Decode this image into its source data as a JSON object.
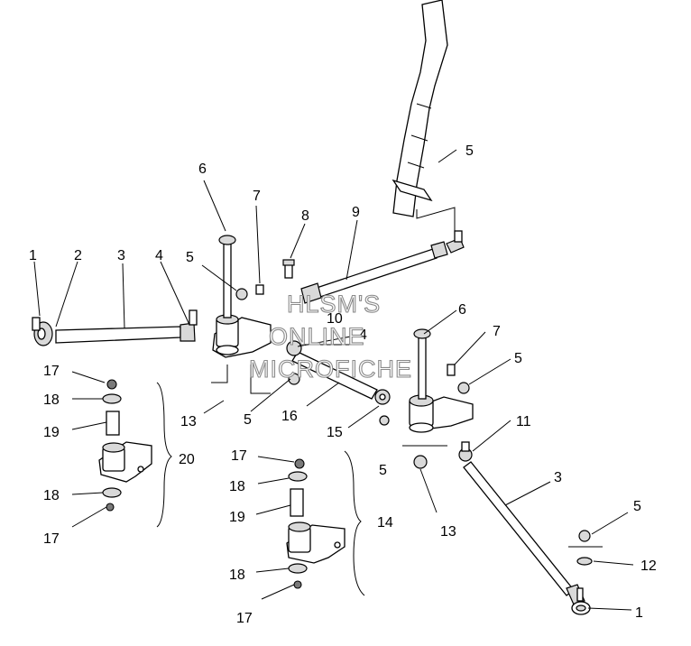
{
  "callouts": {
    "c1a": "1",
    "c2": "2",
    "c3a": "3",
    "c4a": "4",
    "c5a": "5",
    "c6a": "6",
    "c7a": "7",
    "c8": "8",
    "c9": "9",
    "c10": "10",
    "c5b": "5",
    "c6b": "6",
    "c4b": "4",
    "c7b": "7",
    "c5c": "5",
    "c17a": "17",
    "c18a": "18",
    "c19a": "19",
    "c20": "20",
    "c18b": "18",
    "c17b": "17",
    "c13a": "13",
    "c5d": "5",
    "c16": "16",
    "c15": "15",
    "c11": "11",
    "c17c": "17",
    "c18c": "18",
    "c19b": "19",
    "c14": "14",
    "c18d": "18",
    "c17d": "17",
    "c5e": "5",
    "c13b": "13",
    "c3b": "3",
    "c5f": "5",
    "c12": "12",
    "c1b": "1"
  },
  "watermark": {
    "line1": "HLSM'S",
    "line2": "ONLINE",
    "line3": "MICROFICHE"
  }
}
